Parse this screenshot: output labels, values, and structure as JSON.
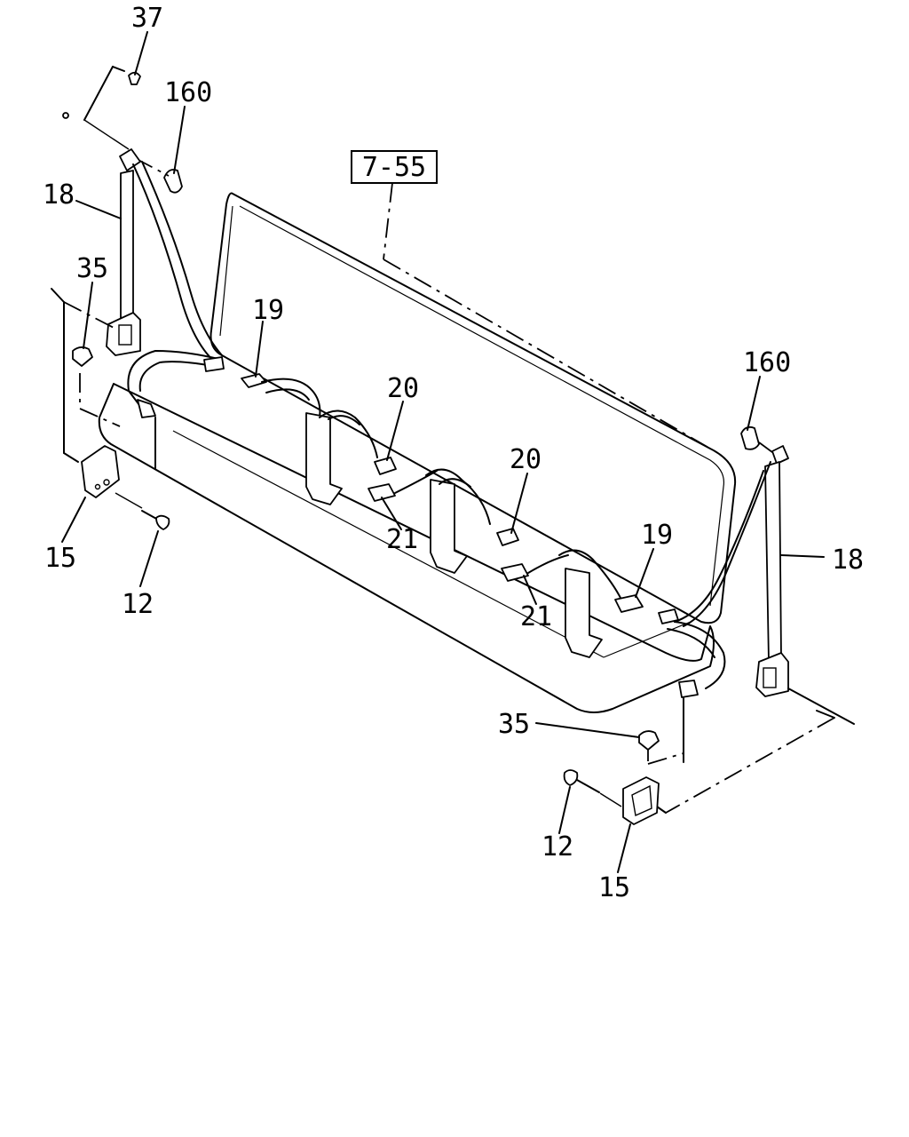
{
  "reference_box": {
    "label": "7-55"
  },
  "callouts": {
    "left_bolt_top": "37",
    "left_anchor_cover": "160",
    "left_retractor_belt": "18",
    "left_clip": "35",
    "left_retractor_cover": "15",
    "left_screw": "12",
    "left_buckle_outer": "19",
    "left_buckle_center": "20",
    "center_tongue_left": "21",
    "right_buckle_center": "20",
    "center_tongue_right": "21",
    "right_buckle_outer": "19",
    "right_anchor_cover": "160",
    "right_retractor_belt": "18",
    "right_clip": "35",
    "right_screw": "12",
    "right_retractor_cover": "15"
  },
  "colors": {
    "line": "#000000",
    "background": "#ffffff"
  }
}
